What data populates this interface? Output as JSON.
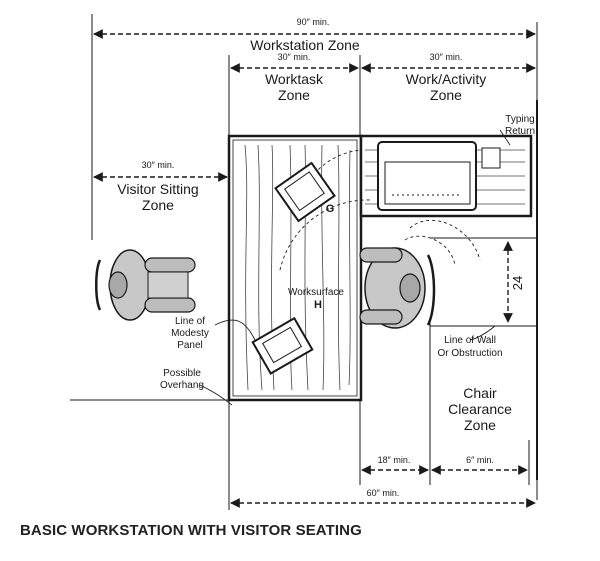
{
  "caption": "BASIC WORKSTATION WITH VISITOR SEATING",
  "dimensions": {
    "workstation": "90″ min.",
    "worktask": "30″ min.",
    "work_activity": "30″ min.",
    "visitor": "30″ min.",
    "clearance_18": "18″ min.",
    "clearance_6": "6″ min.",
    "bottom_60": "60″ min.",
    "vertical_24": "24"
  },
  "zones": {
    "workstation": "Workstation Zone",
    "worktask_line1": "Worktask",
    "worktask_line2": "Zone",
    "work_activity_line1": "Work/Activity",
    "work_activity_line2": "Zone",
    "visitor_line1": "Visitor Sitting",
    "visitor_line2": "Zone",
    "chair_line1": "Chair",
    "chair_line2": "Clearance",
    "chair_line3": "Zone"
  },
  "labels": {
    "typing_line1": "Typing",
    "typing_line2": "Return",
    "worksurface": "Worksurface",
    "h": "H",
    "g": "G",
    "modesty_line1": "Line of",
    "modesty_line2": "Modesty",
    "modesty_line3": "Panel",
    "overhang_line1": "Possible",
    "overhang_line2": "Overhang",
    "wall_line1": "Line of Wall",
    "wall_line2": "Or Obstruction"
  }
}
